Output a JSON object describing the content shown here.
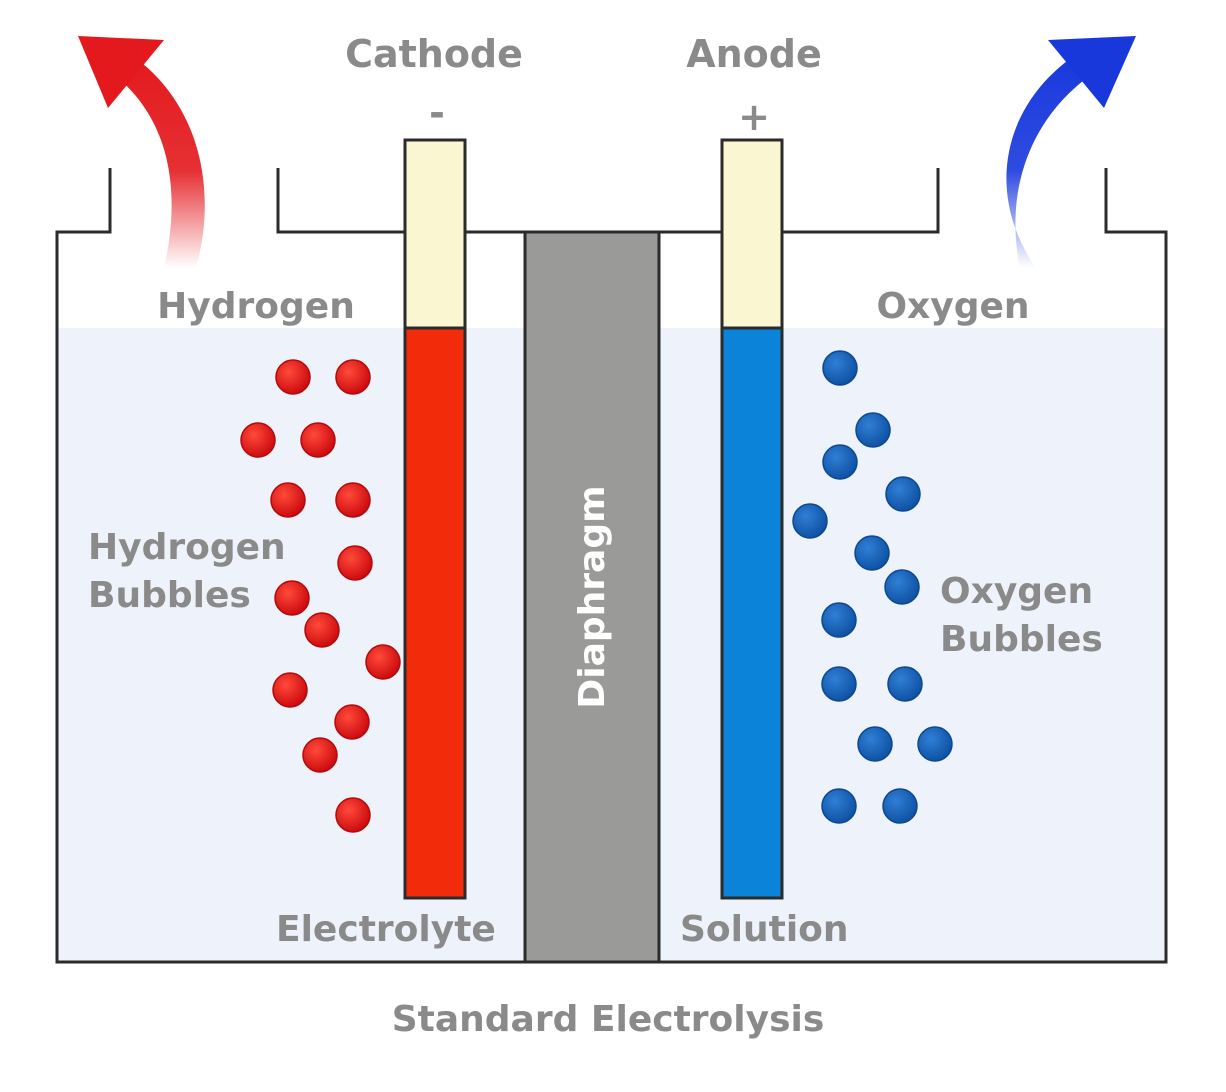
{
  "labels": {
    "cathode": "Cathode",
    "cathode_sign": "-",
    "anode": "Anode",
    "anode_sign": "+",
    "hydrogen": "Hydrogen",
    "oxygen": "Oxygen",
    "hydrogen_bubbles_line1": "Hydrogen",
    "hydrogen_bubbles_line2": "Bubbles",
    "oxygen_bubbles_line1": "Oxygen",
    "oxygen_bubbles_line2": "Bubbles",
    "diaphragm": "Diaphragm",
    "electrolyte": "Electrolyte",
    "solution": "Solution",
    "caption": "Standard Electrolysis"
  },
  "colors": {
    "outline": "#2b2b2b",
    "liquid": "#eef3fb",
    "electrode_cap": "#fbf6d2",
    "cathode_fill": "#f22b0b",
    "anode_fill": "#0a83d8",
    "diaphragm": "#9a9a98",
    "hydrogen_bubble": "#e00d12",
    "oxygen_bubble": "#1560b8",
    "hydrogen_arrow": "#e3191d",
    "oxygen_arrow": "#1838dc",
    "label_text": "#8a8a8a"
  },
  "icons": {
    "hydrogen_out": "arrow-up-curved-icon",
    "oxygen_out": "arrow-up-curved-icon",
    "bubble": "circle"
  }
}
